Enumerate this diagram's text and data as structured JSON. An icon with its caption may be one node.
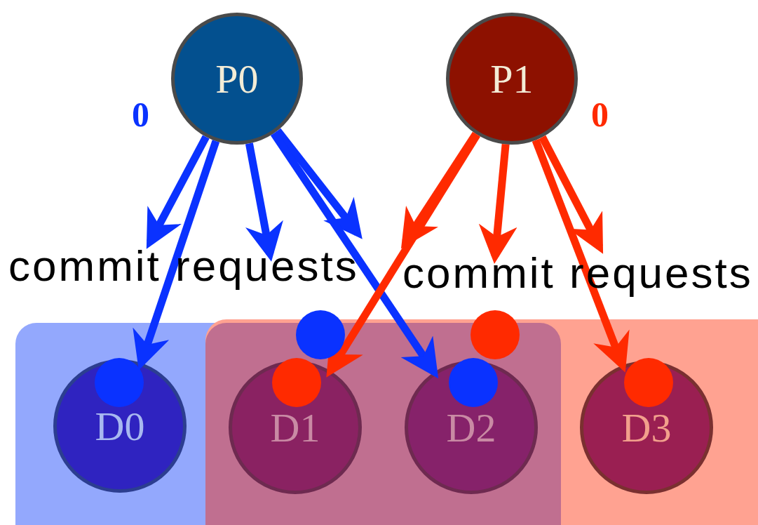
{
  "diagram": {
    "nodes": [
      {
        "text": [
          "P0"
        ],
        "beside": [
          "0"
        ]
      },
      {
        "text": [
          "P1"
        ],
        "beside": [
          "0"
        ]
      },
      {
        "text": [
          "D0"
        ]
      },
      {
        "text": [
          "D1"
        ]
      },
      {
        "text": [
          "D2"
        ]
      },
      {
        "text": [
          "D3"
        ]
      },
      {
        "text": [
          "commit requests"
        ]
      },
      {
        "text": [
          "commit requests"
        ]
      }
    ],
    "edges": [
      {
        "from": 0,
        "to": 6,
        "arrow": "to",
        "color": "#0a32ff"
      },
      {
        "from": 0,
        "to": 2,
        "arrow": "to",
        "color": "#0a32ff"
      },
      {
        "from": 0,
        "to": 6,
        "arrow": "to",
        "color": "#0a32ff"
      },
      {
        "from": 0,
        "to": 6,
        "arrow": "to",
        "color": "#0a32ff"
      },
      {
        "from": 0,
        "to": 4,
        "arrow": "to",
        "color": "#0a32ff"
      },
      {
        "from": 1,
        "to": 7,
        "arrow": "to",
        "color": "#ff2a00"
      },
      {
        "from": 1,
        "to": 3,
        "arrow": "to",
        "color": "#ff2a00"
      },
      {
        "from": 1,
        "to": 7,
        "arrow": "to",
        "color": "#ff2a00"
      },
      {
        "from": 1,
        "to": 7,
        "arrow": "to",
        "color": "#ff2a00"
      },
      {
        "from": 1,
        "to": 5,
        "arrow": "to",
        "color": "#ff2a00"
      }
    ]
  }
}
